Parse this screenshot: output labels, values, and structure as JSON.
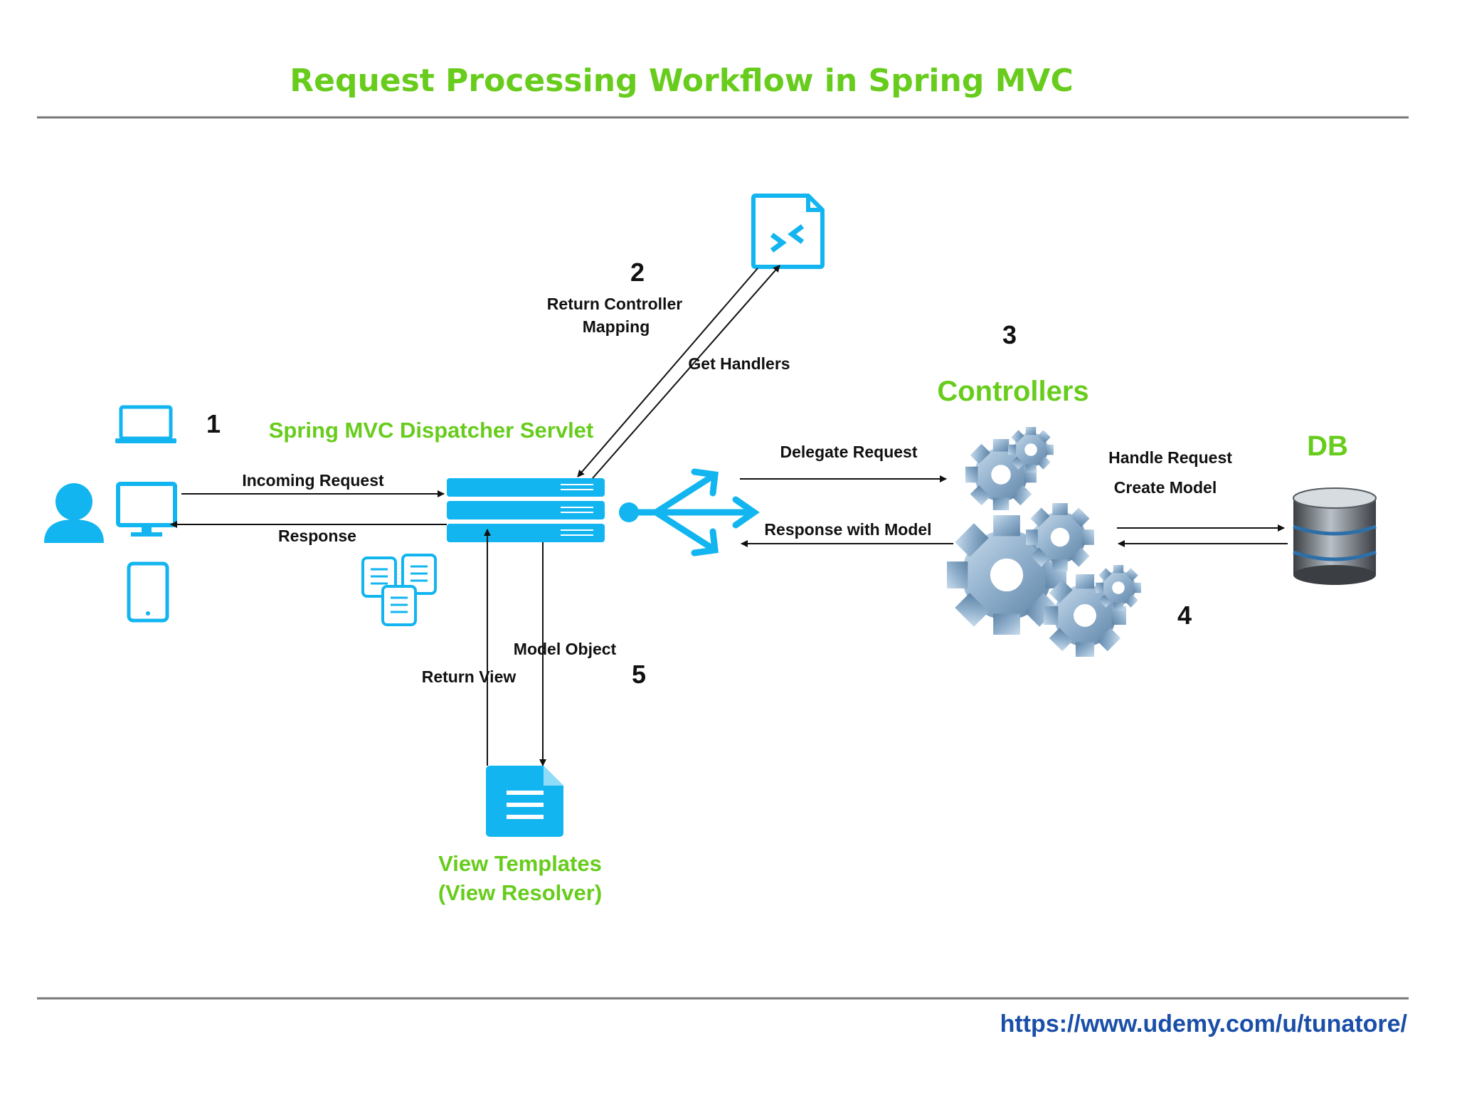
{
  "title": "Request Processing Workflow in Spring MVC",
  "steps": {
    "one": "1",
    "two": "2",
    "three": "3",
    "four": "4",
    "five": "5"
  },
  "labels": {
    "dispatcher": "Spring  MVC Dispatcher Servlet",
    "incoming_request": "Incoming Request",
    "response": "Response",
    "return_controller_mapping_1": "Return Controller",
    "return_controller_mapping_2": "Mapping",
    "get_handlers": "Get Handlers",
    "controllers": "Controllers",
    "delegate_request": "Delegate Request",
    "response_with_model": "Response with Model",
    "handle_request": "Handle Request",
    "create_model": "Create Model",
    "db": "DB",
    "model_object": "Model Object",
    "return_view": "Return View",
    "view_templates_1": "View Templates",
    "view_templates_2": "(View Resolver)"
  },
  "footer": {
    "url": "https://www.udemy.com/u/tunatore/"
  },
  "colors": {
    "accent_green": "#67cc1c",
    "icon_blue": "#12b5f0",
    "link_blue": "#1a4fa8"
  },
  "icons": [
    "user-icon",
    "laptop-icon",
    "monitor-icon",
    "tablet-icon",
    "server-stack-icon",
    "documents-icon",
    "handler-mapping-icon",
    "fork-arrow-icon",
    "gears-icon",
    "database-icon",
    "template-file-icon"
  ]
}
